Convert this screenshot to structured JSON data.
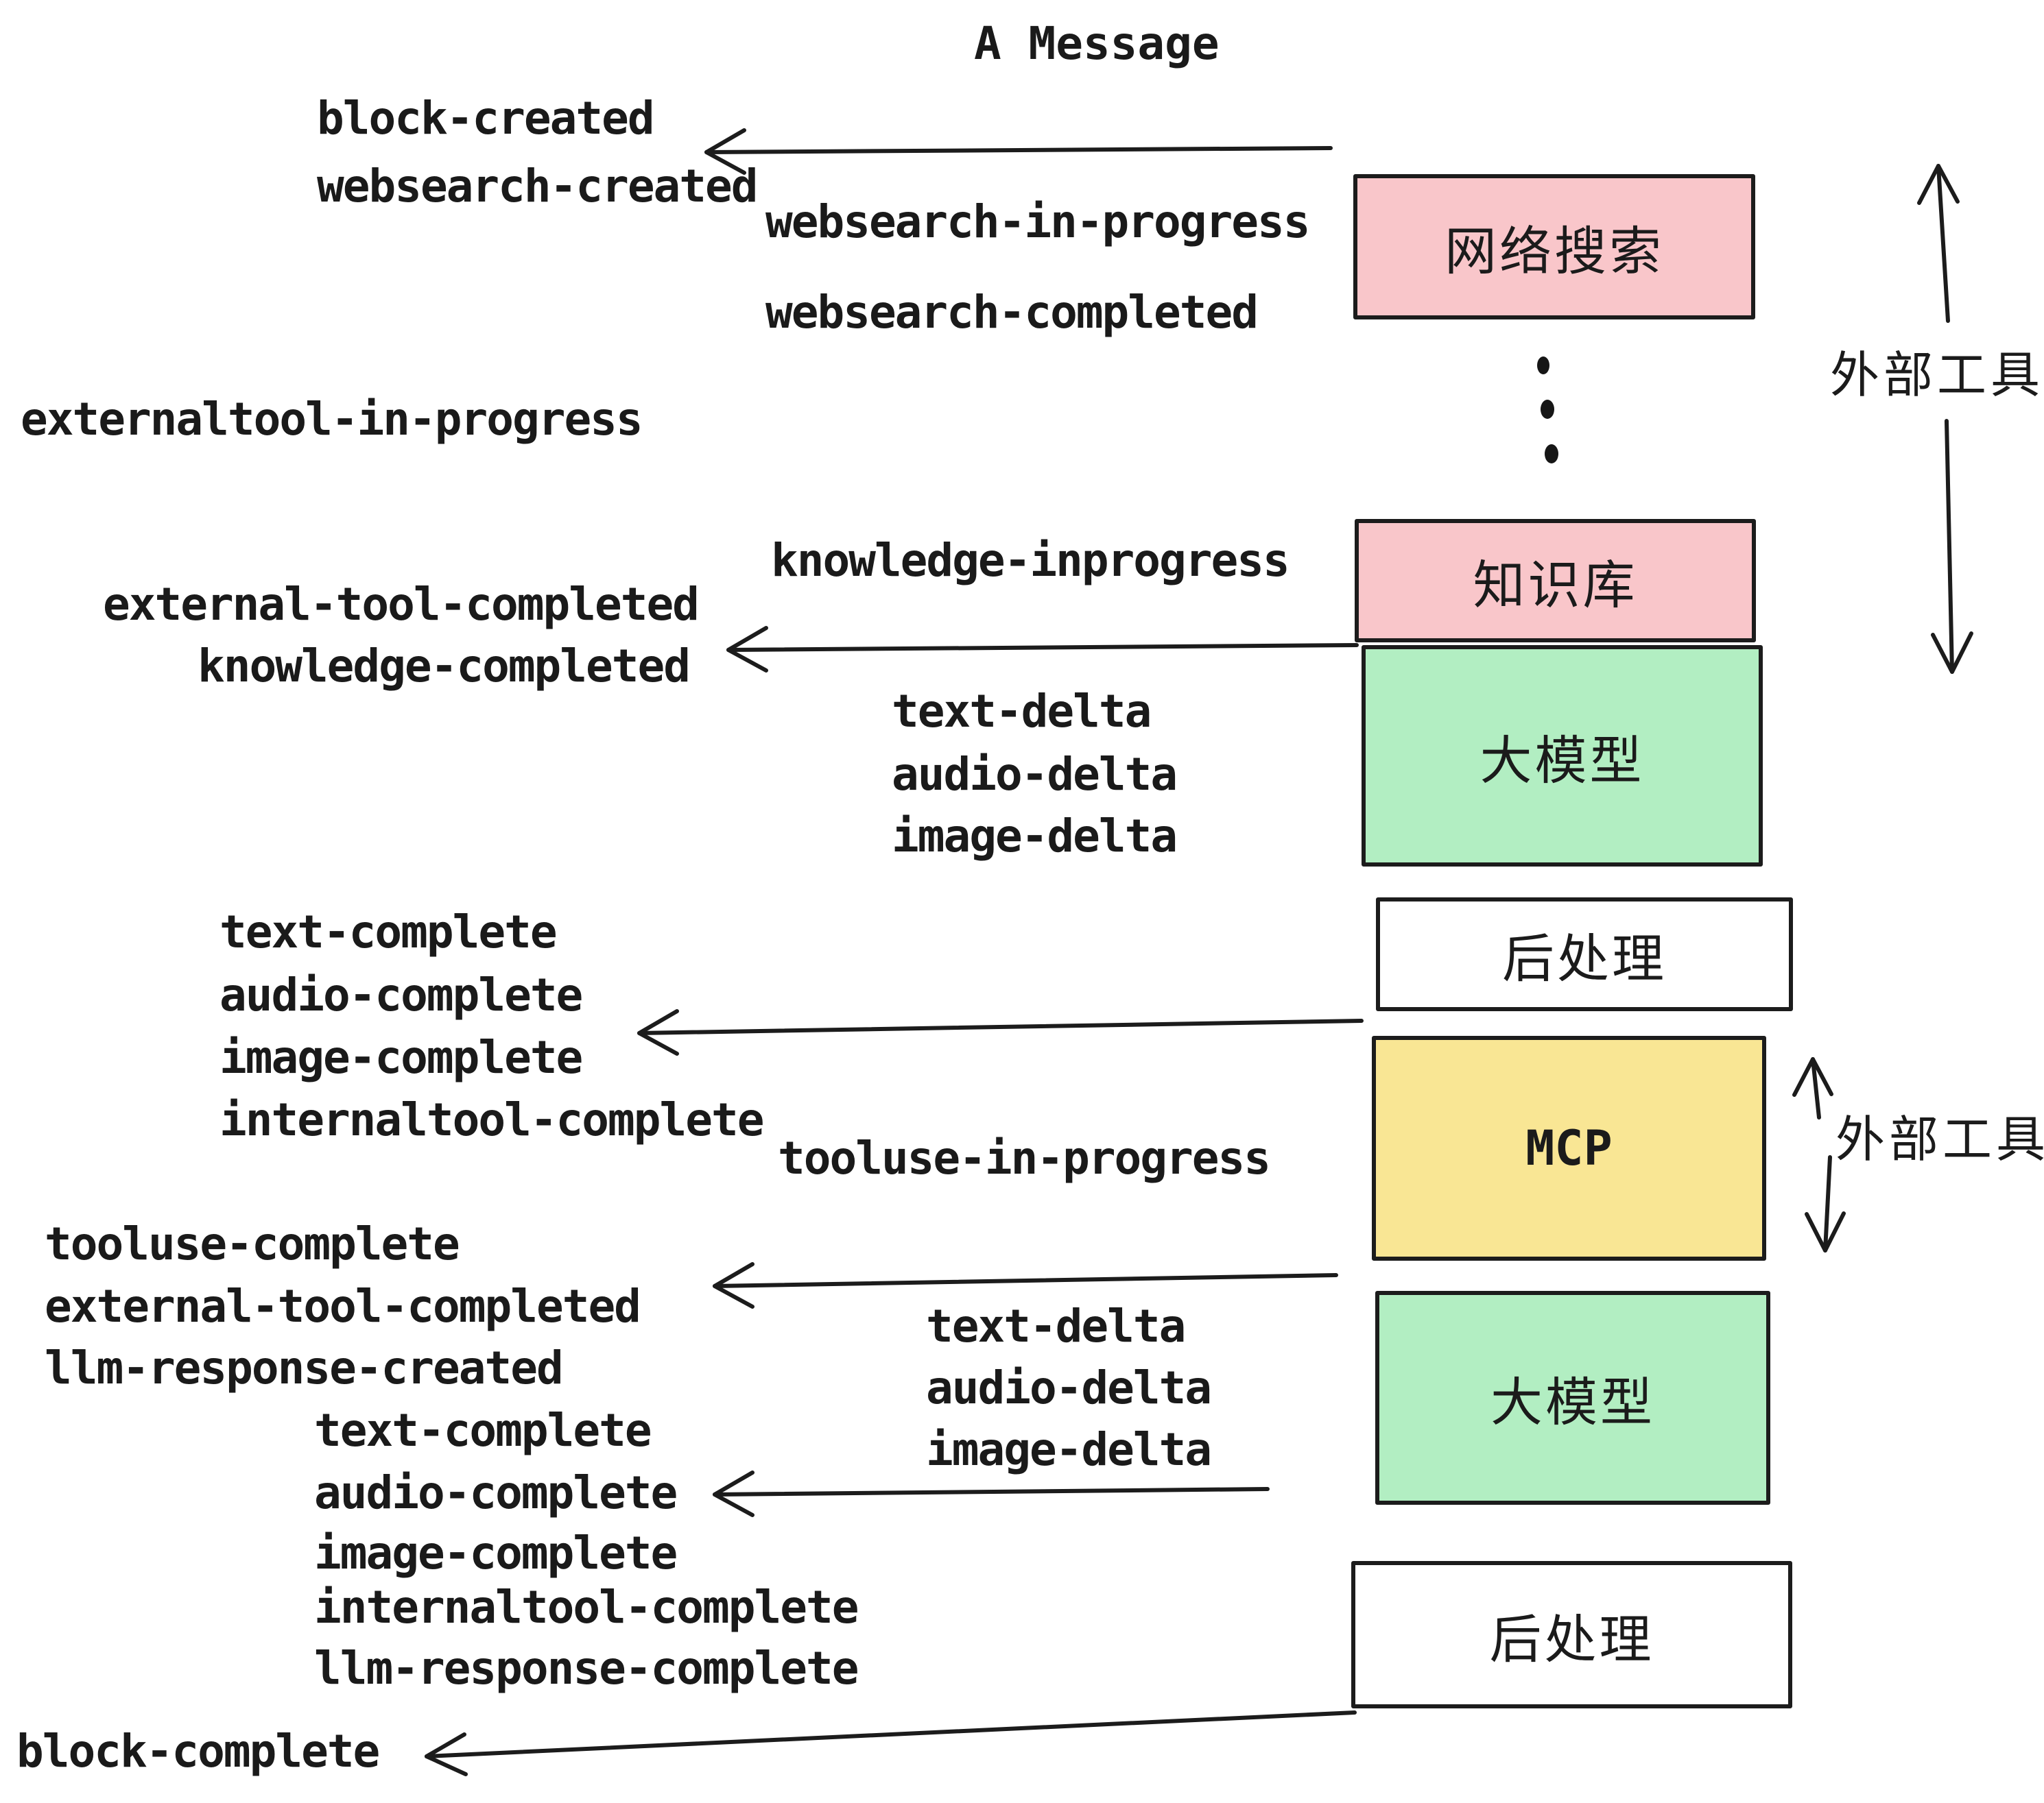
{
  "title": "A Message",
  "colors": {
    "background": "#ffffff",
    "line": "#1c1c1c",
    "box_pink": "#f9c6ca",
    "box_green": "#b2eec2",
    "box_yellow": "#f9e694",
    "box_white": "#ffffff",
    "text": "#1a1a1a"
  },
  "event_labels": {
    "block_created": "block-created",
    "websearch_created": "websearch-created",
    "websearch_in_progress": "websearch-in-progress",
    "websearch_completed": "websearch-completed",
    "externaltool_in_progress": "externaltool-in-progress",
    "knowledge_inprogress": "knowledge-inprogress",
    "external_tool_completed": "external-tool-completed",
    "knowledge_completed": "knowledge-completed",
    "text_delta_1": "text-delta",
    "audio_delta_1": "audio-delta",
    "image_delta_1": "image-delta",
    "text_complete_1": "text-complete",
    "audio_complete_1": "audio-complete",
    "image_complete_1": "image-complete",
    "internaltool_complete_1": "internaltool-complete",
    "tooluse_in_progress": "tooluse-in-progress",
    "tooluse_complete": "tooluse-complete",
    "external_tool_completed_2": "external-tool-completed",
    "llm_response_created": "llm-response-created",
    "text_complete_2": "text-complete",
    "audio_complete_2": "audio-complete",
    "image_complete_2": "image-complete",
    "internaltool_complete_2": "internaltool-complete",
    "llm_response_complete": "llm-response-complete",
    "block_complete": "block-complete"
  },
  "boxes": {
    "websearch": "网络搜索",
    "knowledge": "知识库",
    "llm1": "大模型",
    "post1": "后处理",
    "mcp": "MCP",
    "llm2": "大模型",
    "post2": "后处理"
  },
  "annotations": {
    "external_tools_top": "外部工具",
    "external_tools_mid": "外部工具"
  },
  "icons": {
    "vertical_ellipsis": "⋮"
  }
}
